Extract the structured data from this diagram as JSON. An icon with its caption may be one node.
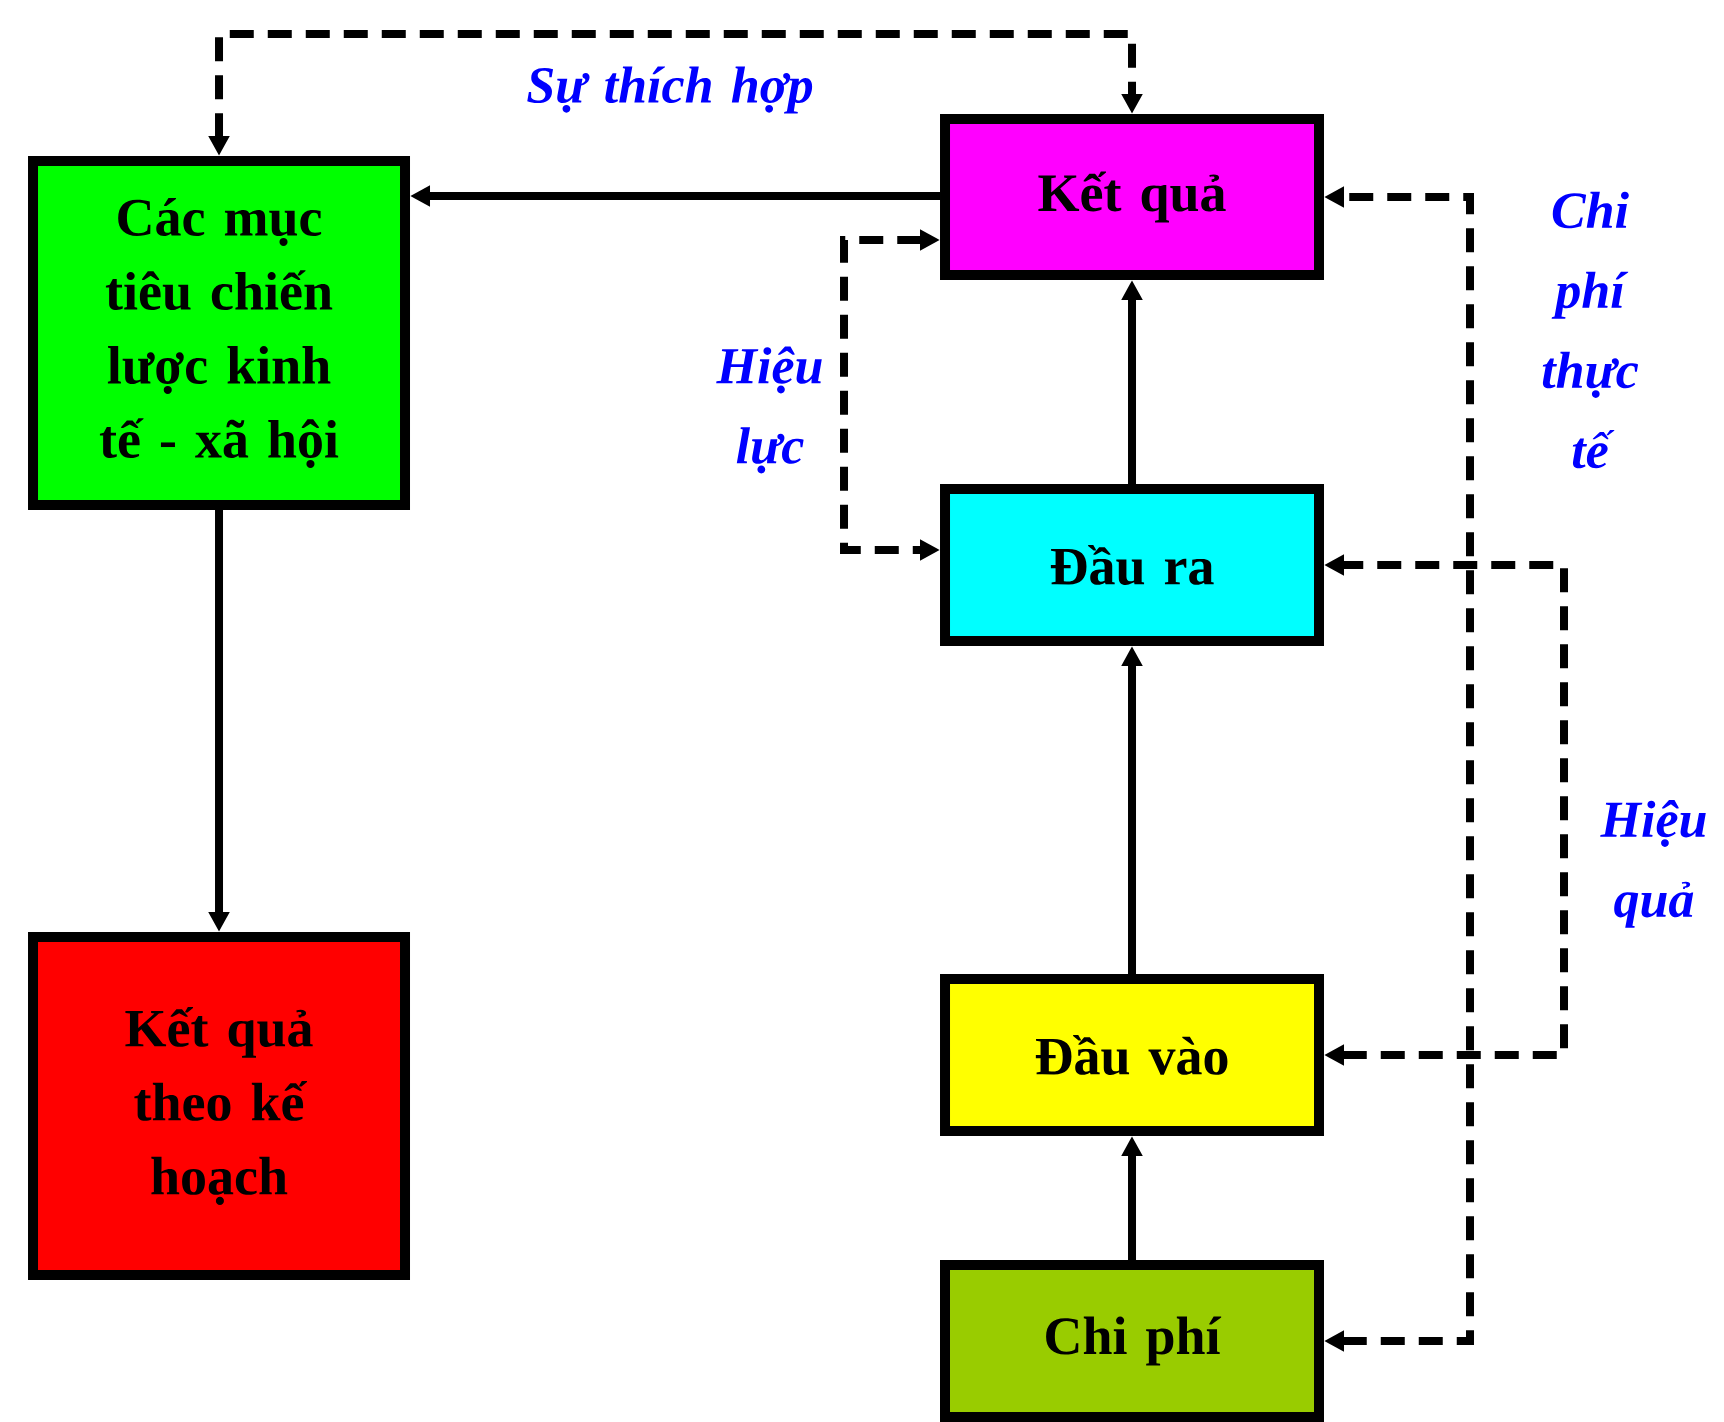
{
  "diagram": {
    "nodes": [
      {
        "text": [
          "Các mục tiêu chiến lược kinh tế - xã hội"
        ]
      },
      {
        "text": [
          "Kết quả theo kế hoạch"
        ]
      },
      {
        "text": [
          "Kết quả"
        ]
      },
      {
        "text": [
          "Đầu ra"
        ]
      },
      {
        "text": [
          "Đầu vào"
        ]
      },
      {
        "text": [
          "Chi phí"
        ]
      }
    ],
    "edges": [
      {
        "from": 2,
        "to": 0,
        "arrow": "to"
      },
      {
        "from": 0,
        "to": 1,
        "arrow": "to"
      },
      {
        "from": 5,
        "to": 4,
        "arrow": "to"
      },
      {
        "from": 4,
        "to": 3,
        "arrow": "to"
      },
      {
        "from": 3,
        "to": 2,
        "arrow": "to"
      },
      {
        "from": 0,
        "to": 2,
        "arrow": "both",
        "style": "dashed",
        "label": "Sự thích hợp"
      },
      {
        "from": 2,
        "to": 3,
        "arrow": "both",
        "style": "dashed",
        "label": "Hiệu lực"
      },
      {
        "from": 5,
        "to": 2,
        "arrow": "both",
        "style": "dashed",
        "label": "Chi phí thực tế"
      },
      {
        "from": 4,
        "to": 3,
        "arrow": "both",
        "style": "dashed",
        "label": "Hiệu quả"
      }
    ]
  }
}
